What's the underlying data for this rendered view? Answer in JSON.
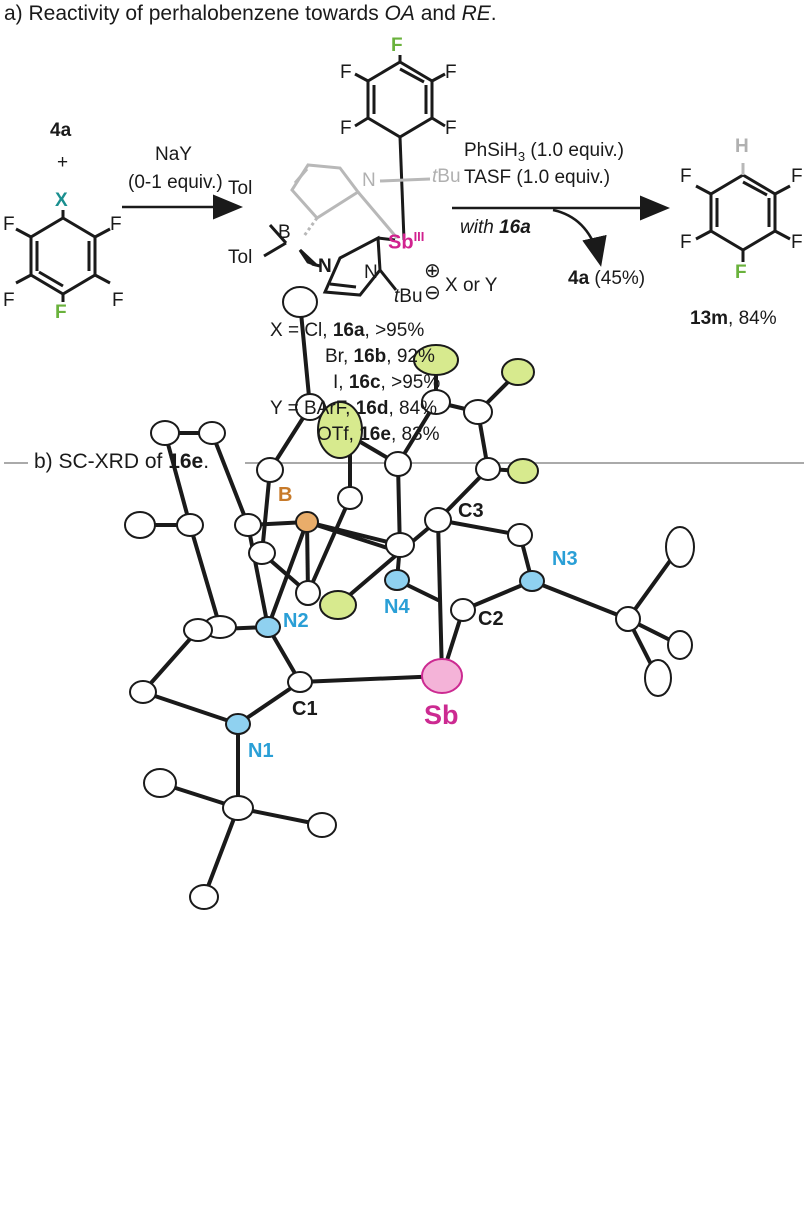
{
  "panel_a": {
    "title_prefix": "a) Reactivity of perhalobenzene towards ",
    "title_oa": "OA",
    "title_and": " and ",
    "title_re": "RE",
    "title_suffix": ".",
    "reagent_4a": "4a",
    "plus": "+",
    "atom_x": "X",
    "atom_f": "F",
    "arrow1_line1": "NaY",
    "arrow1_line2": "(0-1 equiv.)",
    "tol": "Tol",
    "atom_b": "B",
    "atom_n": "N",
    "sb": "Sb",
    "sb_ox": "III",
    "tbu_t": "t",
    "tbu_bu": "Bu",
    "plus_charge": "⊕",
    "minus_charge": "⊖",
    "counterion": "X or Y",
    "arrow2_line1_a": "PhSiH",
    "arrow2_line1_sub": "3",
    "arrow2_line1_b": " (1.0 equiv.)",
    "arrow2_line2": "TASF (1.0 equiv.)",
    "arrow2_below_with": "with ",
    "arrow2_below_cmp": "16a",
    "byproduct_cmp": "4a",
    "byproduct_yield": " (45%)",
    "atom_h": "H",
    "product_cmp": "13m",
    "product_yield": ", 84%",
    "yields": [
      {
        "prefix": "X = Cl, ",
        "cmp": "16a",
        "val": ",  >95%"
      },
      {
        "prefix": "Br, ",
        "cmp": "16b",
        "val": ", 92%"
      },
      {
        "prefix": "I, ",
        "cmp": "16c",
        "val": ", >95%"
      },
      {
        "prefix": "Y = BArF, ",
        "cmp": "16d",
        "val": ", 84%"
      },
      {
        "prefix": "OTf, ",
        "cmp": "16e",
        "val": ", 83%"
      }
    ]
  },
  "panel_b": {
    "title_prefix": "b) SC-XRD of ",
    "title_cmp": "16e",
    "title_suffix": ".",
    "labels": {
      "B": "B",
      "C3": "C3",
      "N3": "N3",
      "N2": "N2",
      "N4": "N4",
      "C2": "C2",
      "C1": "C1",
      "Sb": "Sb",
      "N1": "N1"
    }
  },
  "colors": {
    "fluorine": "#6ab23c",
    "nitrogen": "#2a9fd6",
    "boron": "#c77a2a",
    "antimony": "#cc2a91",
    "x_atom": "#1a8f8f"
  }
}
